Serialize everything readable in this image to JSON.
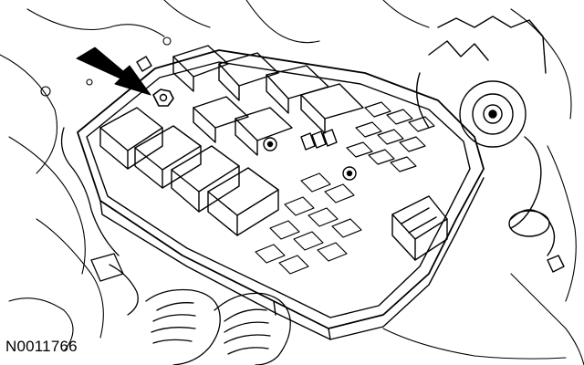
{
  "figure": {
    "id_label": "N0011766",
    "subject": "fuse-relay-box",
    "callout": "arrow-to-mounting-nut",
    "ink_color": "#000000",
    "paper_color": "#ffffff"
  }
}
